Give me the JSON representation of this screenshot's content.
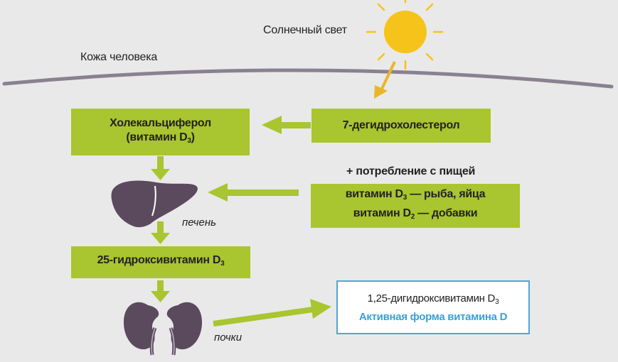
{
  "labels": {
    "sunlight": "Солнечный свет",
    "skin": "Кожа человека",
    "liver": "печень",
    "kidneys": "почки",
    "intake": "+ потребление с пищей"
  },
  "boxes": {
    "cholecalciferol_line1": "Холекальциферол",
    "cholecalciferol_line2_pre": "(витамин D",
    "cholecalciferol_line2_sub": "3",
    "cholecalciferol_line2_post": ")",
    "dehydro": "7-дегидрохолестерол",
    "food_line1_pre": "витамин D",
    "food_line1_sub": "3",
    "food_line1_post": " — рыба, яйца",
    "food_line2_pre": "витамин D",
    "food_line2_sub": "2",
    "food_line2_post": " — добавки",
    "hydroxy_pre": "25-гидроксивитамин D",
    "hydroxy_sub": "3",
    "active_line1_pre": "1,25-дигидроксивитамин D",
    "active_line1_sub": "3",
    "active_line2": "Активная форма витамина D"
  },
  "colors": {
    "background": "#e9e9e9",
    "box_green": "#a9c52f",
    "arrow_green": "#a9c52f",
    "sun": "#f6c31a",
    "sun_arrow": "#e8b62a",
    "skin_line": "#8a8190",
    "organ": "#5b4a5e",
    "active_border": "#4aa8d8",
    "active_text": "#3aa1d6"
  },
  "icons": [
    "sun-icon",
    "liver-icon",
    "kidneys-icon"
  ]
}
